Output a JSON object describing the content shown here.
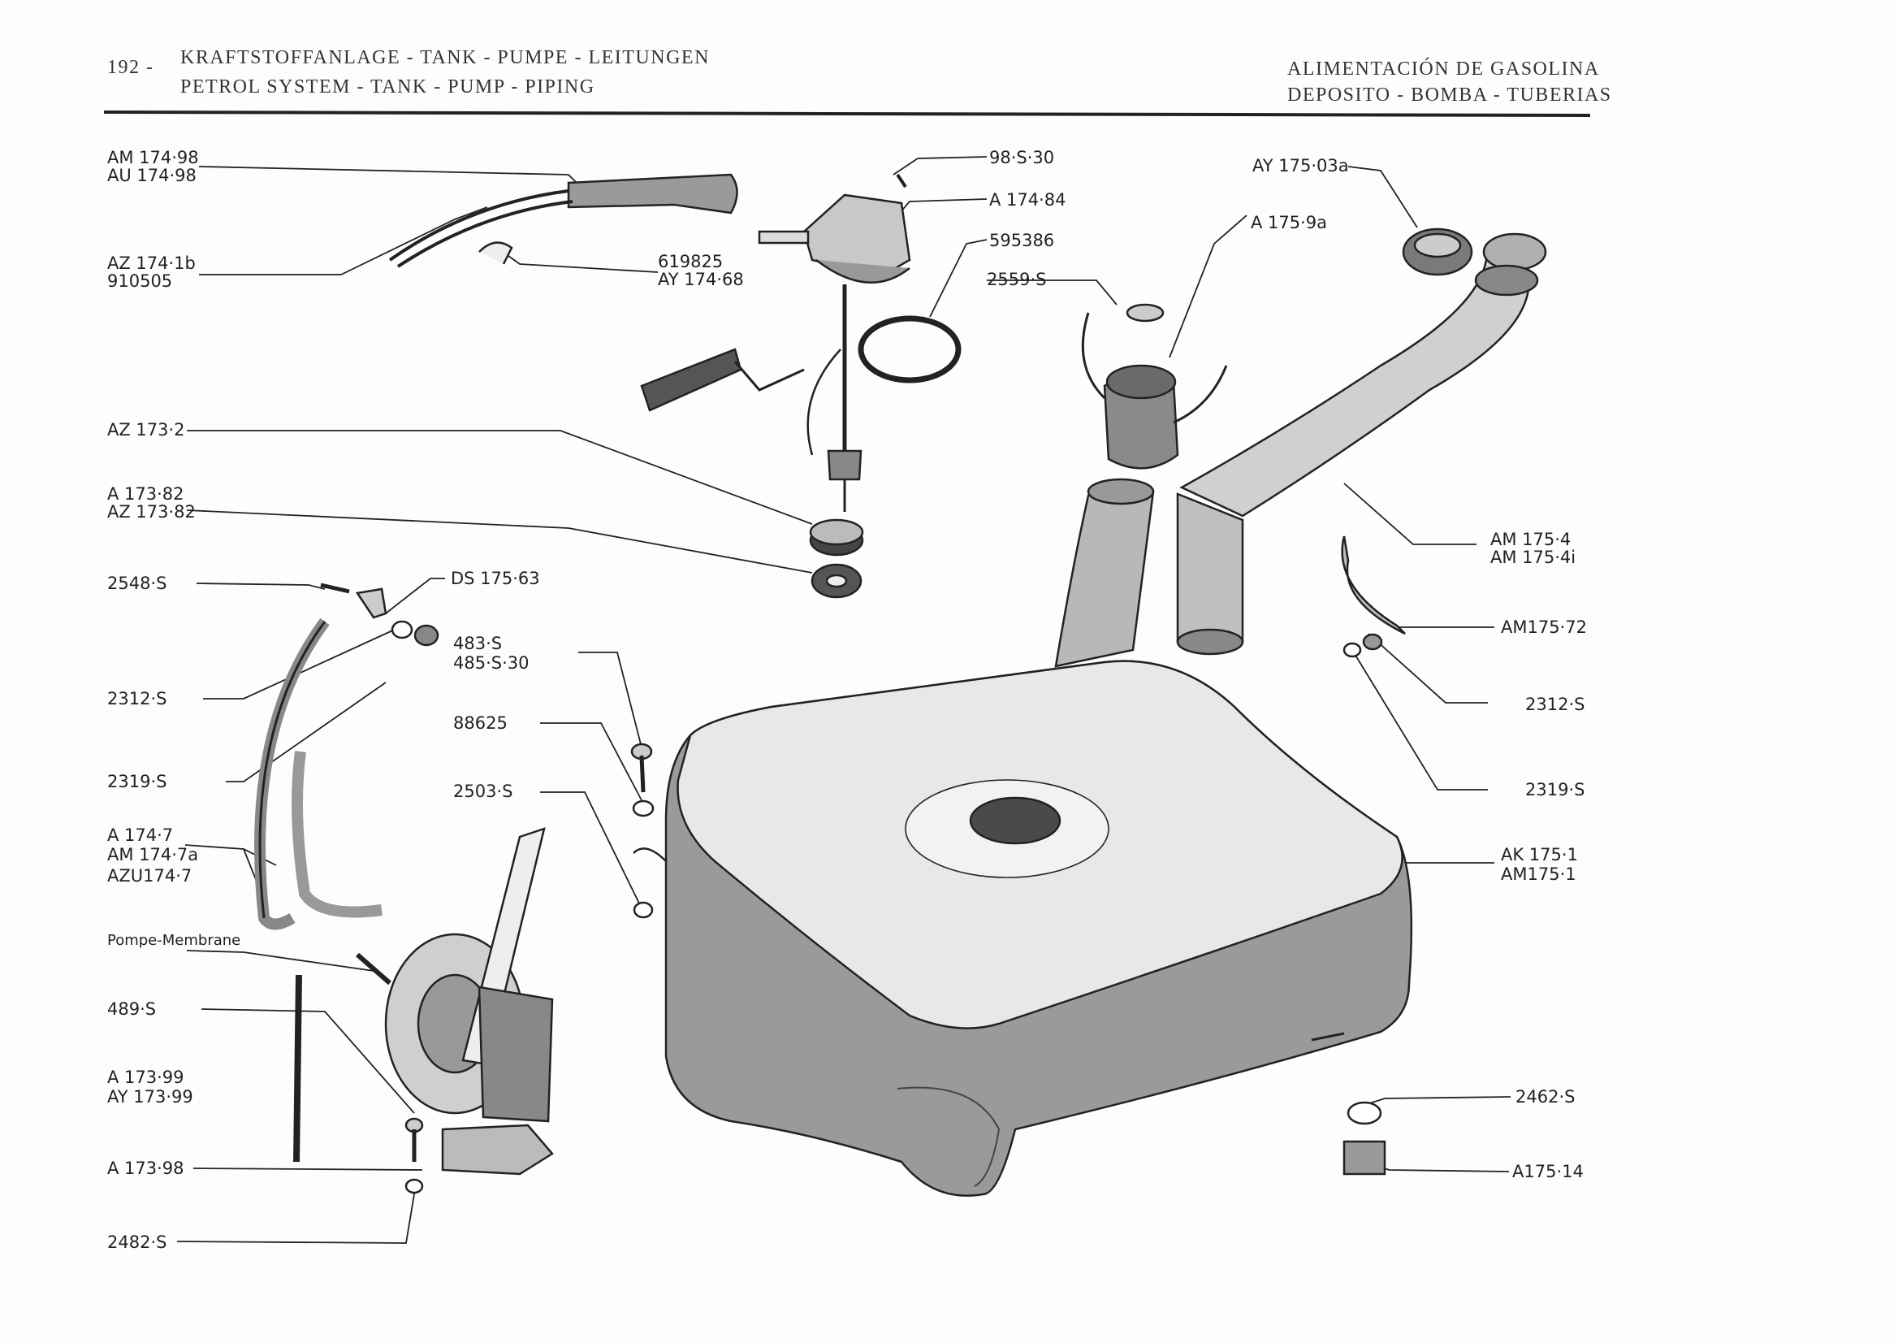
{
  "header": {
    "page_number": "192 -",
    "de_line1": "KRAFTSTOFFANLAGE - TANK - PUMPE - LEITUNGEN",
    "en_line2": "PETROL SYSTEM - TANK - PUMP - PIPING",
    "es_line1": "ALIMENTACIÓN DE GASOLINA",
    "es_line2": "DEPOSITO - BOMBA - TUBERIAS"
  },
  "labels": {
    "am_174_98": "AM 174·98",
    "au_174_98": "AU 174·98",
    "az_174_1b": "AZ 174·1b",
    "n910505": "910505",
    "n619825": "619825",
    "ay_174_68": "AY 174·68",
    "s98_s_30": "98·S·30",
    "a_174_84": "A 174·84",
    "n595386": "595386",
    "s2559": "2559·S",
    "a_175_9a": "A 175·9a",
    "ay_175_03a": "AY 175·03a",
    "az_173_2": "AZ 173·2",
    "a_173_82": "A 173·82",
    "az_173_82": "AZ 173·82",
    "s2548": "2548·S",
    "ds_175_63": "DS 175·63",
    "s483": "483·S",
    "s485_30": "485·S·30",
    "n88625": "88625",
    "s2503": "2503·S",
    "s2312_left": "2312·S",
    "s2319_left": "2319·S",
    "a_174_7": "A 174·7",
    "am_174_7a": "AM 174·7a",
    "azu_174_7": "AZU174·7",
    "pompe_membrane": "Pompe-Membrane",
    "s489": "489·S",
    "a_173_99": "A 173·99",
    "ay_173_99": "AY 173·99",
    "a_173_98": "A 173·98",
    "s2482": "2482·S",
    "am_175_4": "AM 175·4",
    "am_175_4i": "AM 175·4i",
    "am_175_72": "AM175·72",
    "s2312_right": "2312·S",
    "s2319_right": "2319·S",
    "ak_175_1": "AK 175·1",
    "am_175_1": "AM175·1",
    "s2462": "2462·S",
    "a_175_14": "A175·14"
  },
  "colors": {
    "ink": "#2a2a2a",
    "shade": "#8a8a8a",
    "dark_shade": "#5a5a5a",
    "paper": "#fdfdfc"
  }
}
